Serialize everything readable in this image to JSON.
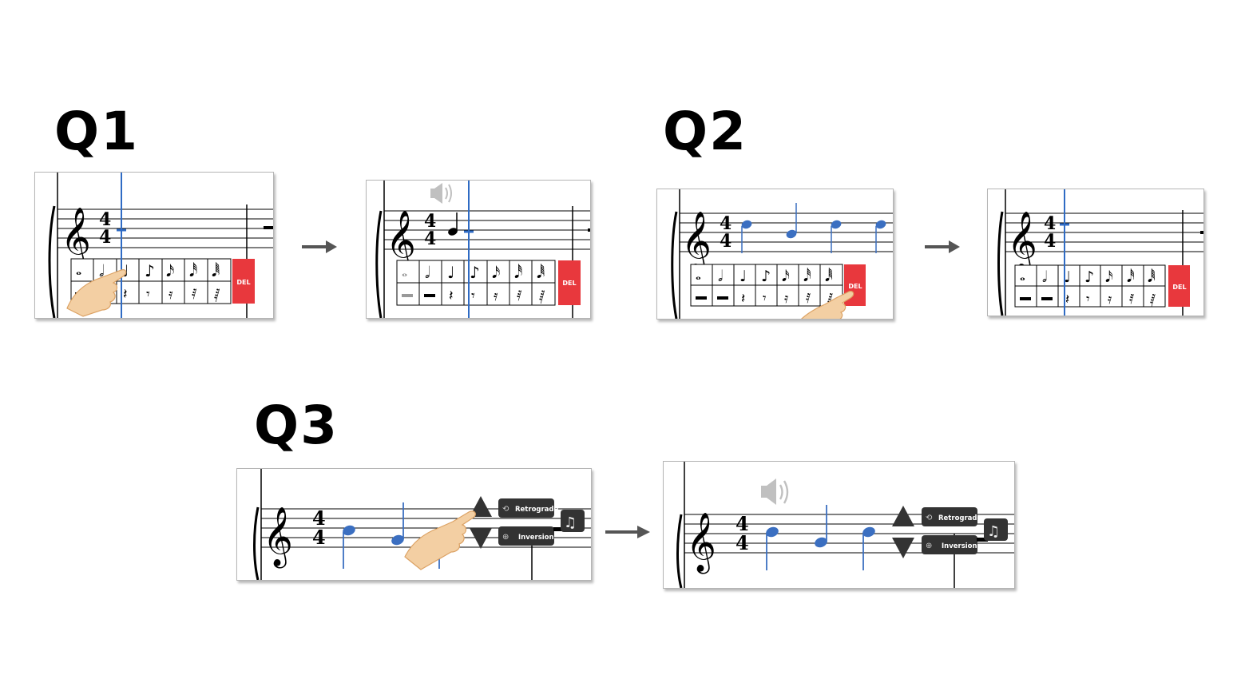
{
  "sections": [
    {
      "label": "Q1"
    },
    {
      "label": "Q2"
    },
    {
      "label": "Q3"
    }
  ],
  "time_signature": {
    "top": "4",
    "bottom": "4"
  },
  "palette": {
    "delete_label": "DEL",
    "note_icons": [
      "whole-note-icon",
      "half-note-icon",
      "quarter-note-icon",
      "eighth-note-icon",
      "sixteenth-note-icon",
      "thirty-second-note-icon",
      "sixty-fourth-note-icon"
    ],
    "rest_icons": [
      "whole-rest-icon",
      "half-rest-icon",
      "quarter-rest-icon",
      "eighth-rest-icon",
      "sixteenth-rest-icon",
      "thirty-second-rest-icon",
      "sixty-fourth-rest-icon"
    ]
  },
  "transform_menu": {
    "retrograde_label": "Retrograde",
    "inversion_label": "Inversion"
  },
  "colors": {
    "note_blue": "#3b6fc1",
    "cursor_blue": "#2f6bc4",
    "delete_red": "#e8383d",
    "hand_skin": "#f3cfa3",
    "arrow_gray": "#555555",
    "speaker_gray": "#c0c0c0"
  }
}
